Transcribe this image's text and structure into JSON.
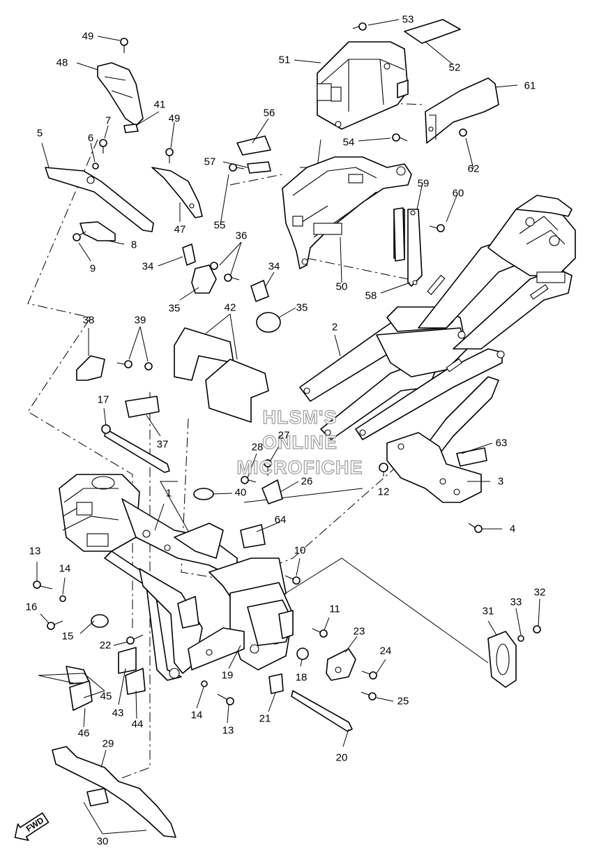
{
  "watermark": {
    "line1": "HLSM'S",
    "line2": "ONLINE",
    "line3": "MICROFICHE"
  },
  "direction_label": "FWD",
  "callouts": [
    "1",
    "2",
    "3",
    "4",
    "5",
    "6",
    "7",
    "8",
    "9",
    "10",
    "11",
    "12",
    "13",
    "13",
    "14",
    "14",
    "15",
    "16",
    "17",
    "18",
    "19",
    "20",
    "21",
    "22",
    "23",
    "24",
    "25",
    "26",
    "27",
    "28",
    "29",
    "30",
    "31",
    "32",
    "33",
    "34",
    "34",
    "35",
    "35",
    "36",
    "37",
    "38",
    "39",
    "40",
    "41",
    "42",
    "43",
    "44",
    "45",
    "46",
    "47",
    "48",
    "49",
    "49",
    "50",
    "51",
    "52",
    "53",
    "54",
    "55",
    "56",
    "57",
    "58",
    "59",
    "60",
    "61",
    "62",
    "63",
    "64"
  ]
}
